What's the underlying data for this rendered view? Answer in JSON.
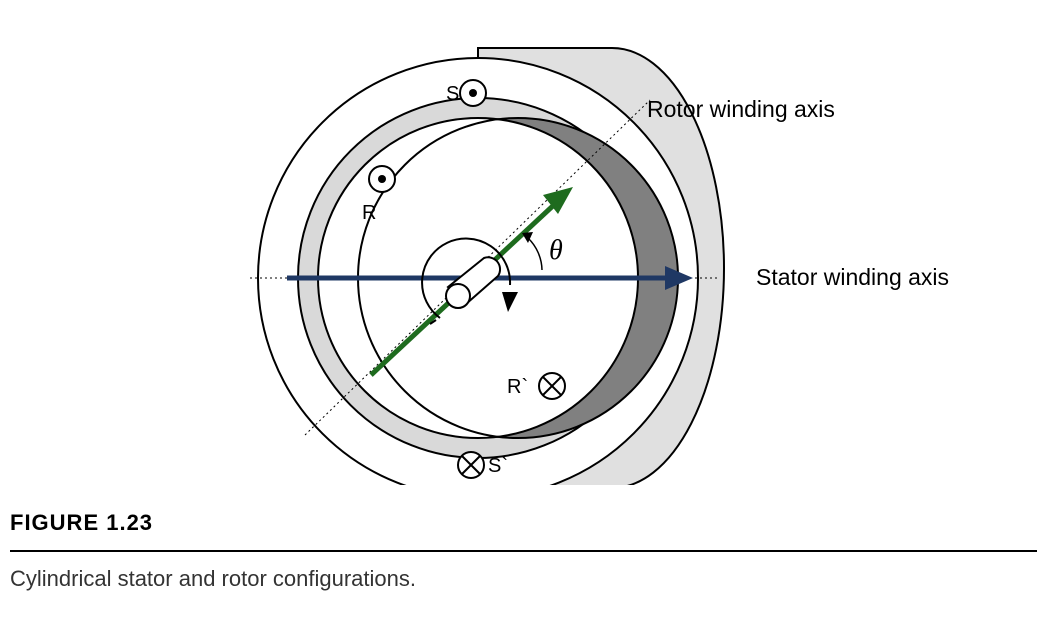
{
  "diagram": {
    "labels": {
      "stator_top": "S",
      "stator_bottom": "S`",
      "rotor_top": "R",
      "rotor_bottom": "R`",
      "rotor_axis": "Rotor winding axis",
      "stator_axis": "Stator winding axis",
      "angle": "θ"
    },
    "colors": {
      "stator_axis_arrow": "#1f3864",
      "rotor_axis_arrow": "#1e6b1e",
      "air_gap_band": "#d9d9d9",
      "rotor_side_band": "#808080",
      "cylinder_body": "#e0e0e0",
      "outline": "#000000"
    },
    "icons": {
      "current_out": "dot-in-circle-icon",
      "current_in": "cross-in-circle-icon"
    }
  },
  "caption": {
    "figure_number": "FIGURE 1.23",
    "text": "Cylindrical stator and rotor configurations."
  }
}
